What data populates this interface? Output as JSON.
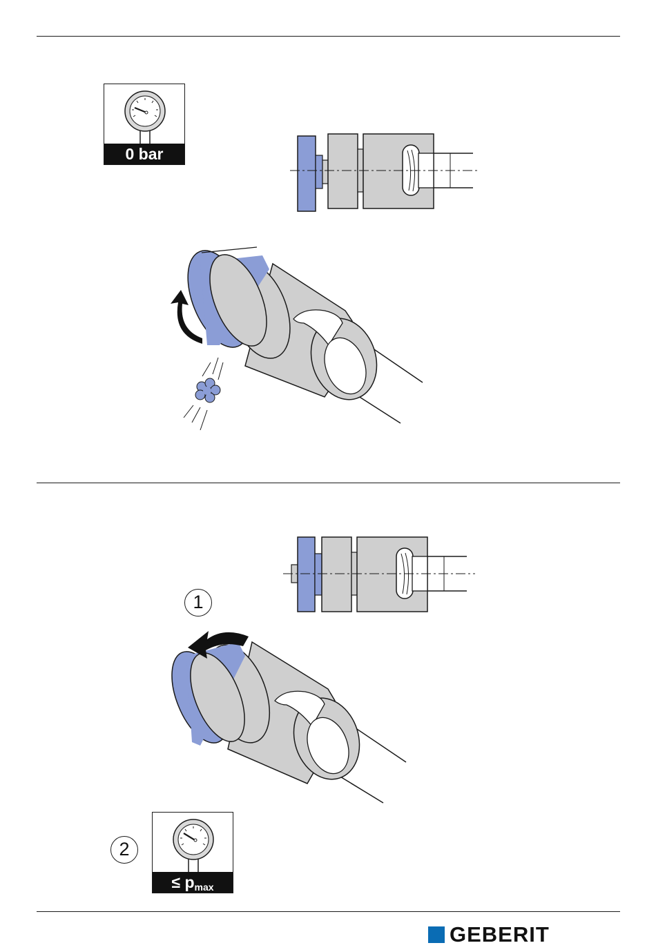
{
  "step_one": {
    "gauge_label": "0 bar"
  },
  "step_two": {
    "marker_1": "1",
    "marker_2": "2",
    "gauge_label_prefix": "≤ p",
    "gauge_label_sub": "max"
  },
  "footer": {
    "brand": "GEBERIT"
  },
  "colors": {
    "accent_blue": "#8b9dd6",
    "metal_gray": "#cfcfcf",
    "brand_blue": "#0a6cb4",
    "label_black": "#111111"
  }
}
